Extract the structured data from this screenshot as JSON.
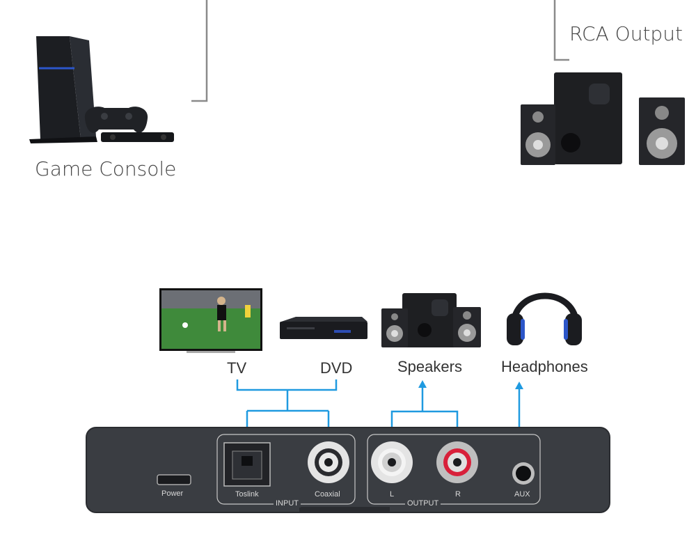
{
  "top": {
    "game_console_label": "Game Console",
    "rca_output_label": "RCA Output"
  },
  "devices": {
    "tv": "TV",
    "dvd": "DVD",
    "speakers": "Speakers",
    "headphones": "Headphones"
  },
  "panel": {
    "power": "Power",
    "toslink": "Toslink",
    "coaxial": "Coaxial",
    "input_group": "INPUT",
    "left": "L",
    "right": "R",
    "output_group": "OUTPUT",
    "aux": "AUX"
  },
  "colors": {
    "arrow": "#1f9ae0",
    "panel": "#3a3d42",
    "right_ring": "#d8203a"
  }
}
